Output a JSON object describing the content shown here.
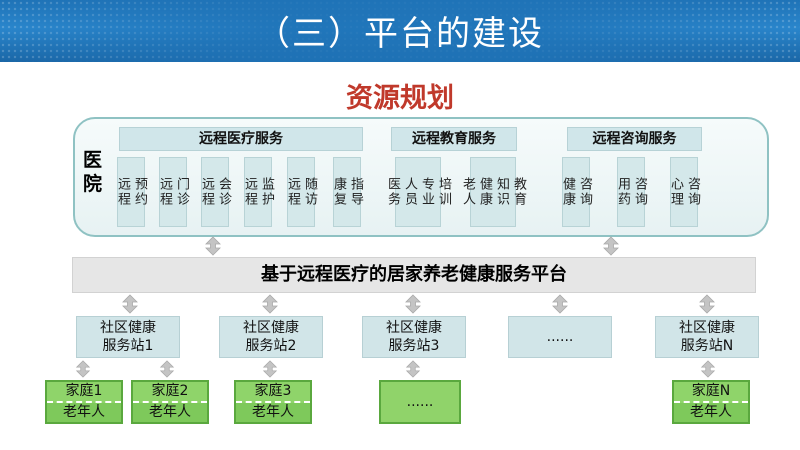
{
  "header": {
    "title": "（三）平台的建设"
  },
  "subtitle": "资源规划",
  "hospital": {
    "label": "医院",
    "categories": [
      {
        "label": "远程医疗服务"
      },
      {
        "label": "远程教育服务"
      },
      {
        "label": "远程咨询服务"
      }
    ],
    "services": [
      {
        "c1": "远程",
        "c2": "预约"
      },
      {
        "c1": "远程",
        "c2": "门诊"
      },
      {
        "c1": "远程",
        "c2": "会诊"
      },
      {
        "c1": "远程",
        "c2": "监护"
      },
      {
        "c1": "远程",
        "c2": "随访"
      },
      {
        "c1": "康复",
        "c2": "指导"
      },
      {
        "c1": "医务",
        "c2": "人员",
        "c3": "专业",
        "c4": "培训"
      },
      {
        "c1": "老人",
        "c2": "健康",
        "c3": "知识",
        "c4": "教育"
      },
      {
        "c1": "健康",
        "c2": "咨询"
      },
      {
        "c1": "用药",
        "c2": "咨询"
      },
      {
        "c1": "心理",
        "c2": "咨询"
      }
    ]
  },
  "platform": "基于远程医疗的居家养老健康服务平台",
  "stations": [
    {
      "l1": "社区健康",
      "l2": "服务站1"
    },
    {
      "l1": "社区健康",
      "l2": "服务站2"
    },
    {
      "l1": "社区健康",
      "l2": "服务站3"
    },
    {
      "l1": "......",
      "l2": ""
    },
    {
      "l1": "社区健康",
      "l2": "服务站N"
    }
  ],
  "families": [
    {
      "top": "家庭1",
      "bottom": "老年人"
    },
    {
      "top": "家庭2",
      "bottom": "老年人"
    },
    {
      "top": "家庭3",
      "bottom": "老年人"
    },
    {
      "top": "......",
      "bottom": ""
    },
    {
      "top": "家庭N",
      "bottom": "老年人"
    }
  ],
  "colors": {
    "header": "#1f73b7",
    "subtitle": "#c0392b",
    "family": "#7ec95b",
    "frame": "#8fc2c3"
  }
}
